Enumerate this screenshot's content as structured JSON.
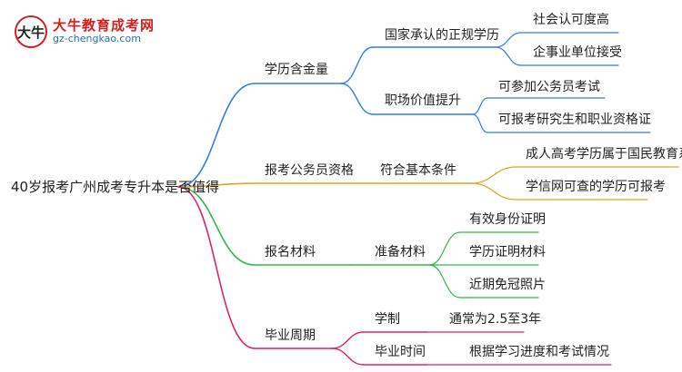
{
  "logo": {
    "mark_text": "大牛",
    "title": "大牛教育成考网",
    "url": "gz-chengkao.com"
  },
  "root": "40岁报考广州成考专升本是否值得",
  "branches": [
    {
      "label": "学历含金量",
      "color": "#2f7fe8",
      "children": [
        {
          "label": "国家承认的正规学历",
          "children": [
            "社会认可度高",
            "企事业单位接受"
          ]
        },
        {
          "label": "职场价值提升",
          "children": [
            "可参加公务员考试",
            "可报考研究生和职业资格证"
          ]
        }
      ]
    },
    {
      "label": "报考公务员资格",
      "color": "#e6a01a",
      "children": [
        {
          "label": "符合基本条件",
          "children": [
            "成人高考学历属于国民教育系列",
            "学信网可查的学历可报考"
          ]
        }
      ]
    },
    {
      "label": "报名材料",
      "color": "#2fbb48",
      "children": [
        {
          "label": "准备材料",
          "children": [
            "有效身份证明",
            "学历证明材料",
            "近期免冠照片"
          ]
        }
      ]
    },
    {
      "label": "毕业周期",
      "color": "#e0206e",
      "children": [
        {
          "label": "学制",
          "children": [
            "通常为2.5至3年"
          ]
        },
        {
          "label": "毕业时间",
          "children": [
            "根据学习进度和考试情况"
          ]
        }
      ]
    }
  ]
}
